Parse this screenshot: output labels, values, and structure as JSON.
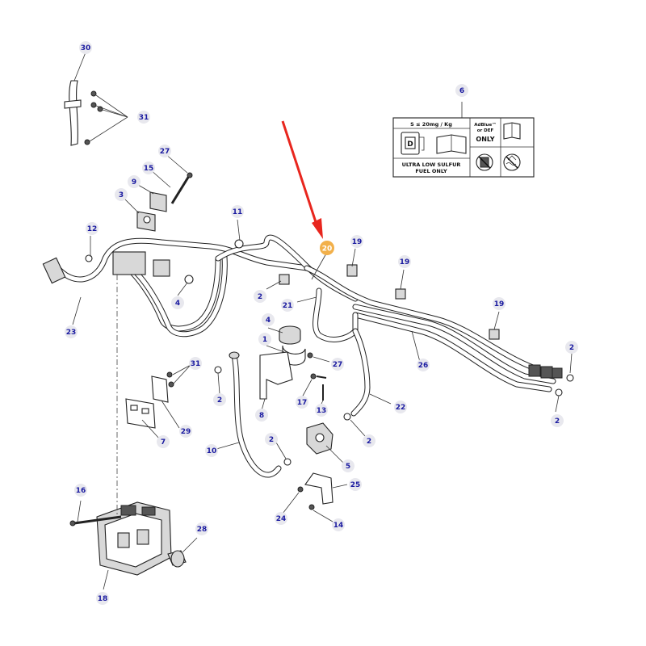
{
  "callouts": [
    {
      "id": "c30",
      "num": "30"
    },
    {
      "id": "c31a",
      "num": "31"
    },
    {
      "id": "c27a",
      "num": "27"
    },
    {
      "id": "c15",
      "num": "15"
    },
    {
      "id": "c9",
      "num": "9"
    },
    {
      "id": "c3",
      "num": "3"
    },
    {
      "id": "c11",
      "num": "11"
    },
    {
      "id": "c12",
      "num": "12"
    },
    {
      "id": "c4a",
      "num": "4"
    },
    {
      "id": "c23",
      "num": "23"
    },
    {
      "id": "c2a",
      "num": "2"
    },
    {
      "id": "c21",
      "num": "21"
    },
    {
      "id": "c19a",
      "num": "19"
    },
    {
      "id": "c19b",
      "num": "19"
    },
    {
      "id": "c19c",
      "num": "19"
    },
    {
      "id": "c6",
      "num": "6"
    },
    {
      "id": "c4b",
      "num": "4"
    },
    {
      "id": "c1",
      "num": "1"
    },
    {
      "id": "c27b",
      "num": "27"
    },
    {
      "id": "c31b",
      "num": "31"
    },
    {
      "id": "c2b",
      "num": "2"
    },
    {
      "id": "c17",
      "num": "17"
    },
    {
      "id": "c8",
      "num": "8"
    },
    {
      "id": "c13",
      "num": "13"
    },
    {
      "id": "c29",
      "num": "29"
    },
    {
      "id": "c7",
      "num": "7"
    },
    {
      "id": "c10",
      "num": "10"
    },
    {
      "id": "c2c",
      "num": "2"
    },
    {
      "id": "c2d",
      "num": "2"
    },
    {
      "id": "c22",
      "num": "22"
    },
    {
      "id": "c26",
      "num": "26"
    },
    {
      "id": "c2e",
      "num": "2"
    },
    {
      "id": "c2f",
      "num": "2"
    },
    {
      "id": "c5",
      "num": "5"
    },
    {
      "id": "c25",
      "num": "25"
    },
    {
      "id": "c24",
      "num": "24"
    },
    {
      "id": "c14",
      "num": "14"
    },
    {
      "id": "c16",
      "num": "16"
    },
    {
      "id": "c28",
      "num": "28"
    },
    {
      "id": "c18",
      "num": "18"
    }
  ],
  "highlight": {
    "num": "20",
    "color": "#f2b04a"
  },
  "pointer_arrow": {
    "color": "#e8261e"
  },
  "label": {
    "top_text": "S ≤ 20mg / Kg",
    "pump_letter": "D",
    "adblue_line1": "AdBlue™",
    "adblue_line2": "or DEF",
    "only": "ONLY",
    "bottom_line1": "ULTRA LOW SULFUR",
    "bottom_line2": "FUEL ONLY"
  }
}
